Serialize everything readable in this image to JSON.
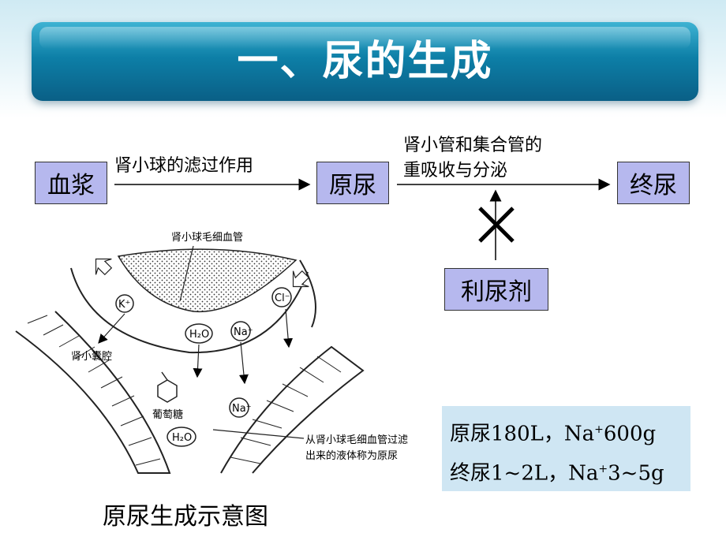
{
  "title": "一、尿的生成",
  "flow": {
    "blood_plasma": "血浆",
    "filtration_label": "肾小球的滤过作用",
    "primary_urine": "原尿",
    "reabsorption_label_1": "肾小管和集合管的",
    "reabsorption_label_2": "重吸收与分泌",
    "final_urine": "终尿",
    "diuretic": "利尿剂"
  },
  "illustration": {
    "capillary_label": "肾小球毛细血管",
    "capsule_label": "肾小囊腔",
    "glucose_label": "葡萄糖",
    "k_ion": "K⁺",
    "cl_ion": "Cl⁻",
    "h2o_1": "H₂O",
    "h2o_2": "H₂O",
    "na_1": "Na⁺",
    "na_2": "Na⁺",
    "note_line_1": "从肾小球毛细血管过滤",
    "note_line_2": "出来的液体称为原尿"
  },
  "info": {
    "line1_prefix": "原尿180L，Na",
    "line1_sup": "+",
    "line1_suffix": "600g",
    "line2_prefix": "终尿1~2L，Na",
    "line2_sup": "+",
    "line2_suffix": "3~5g"
  },
  "caption": "原尿生成示意图",
  "colors": {
    "banner": "#0d7fa7",
    "box_fill": "#b6b8ee",
    "info_fill": "#cfe6f3"
  }
}
